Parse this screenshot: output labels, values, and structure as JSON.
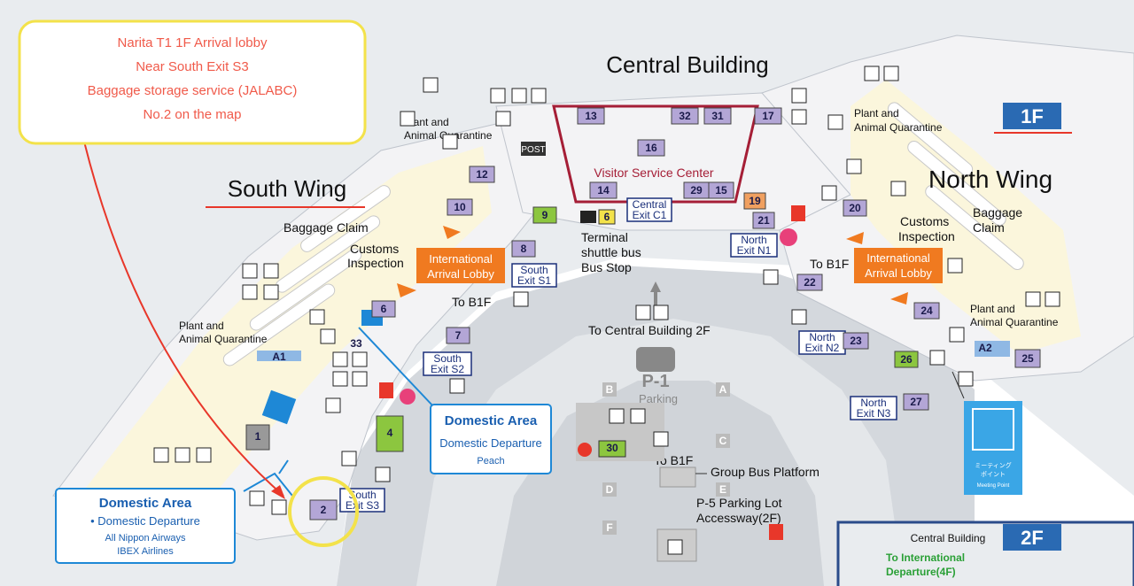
{
  "callout": {
    "line1": "Narita T1 1F Arrival lobby",
    "line2": "Near South Exit S3",
    "line3": "Baggage storage service (JALABC)",
    "line4": "No.2 on the map"
  },
  "areas": {
    "central_building": "Central Building",
    "south_wing": "South Wing",
    "north_wing": "North Wing",
    "floor_badge": "1F",
    "visitor_center": "Visitor Service Center"
  },
  "labels": {
    "baggage_claim_south": "Baggage Claim",
    "customs_south_1": "Customs",
    "customs_south_2": "Inspection",
    "plant_quarantine_sw_top_1": "Plant and",
    "plant_quarantine_sw_top_2": "Animal Quarantine",
    "plant_quarantine_sw_left_1": "Plant and",
    "plant_quarantine_sw_left_2": "Animal Quarantine",
    "plant_quarantine_nw_top_1": "Plant and",
    "plant_quarantine_nw_top_2": "Animal Quarantine",
    "plant_quarantine_nw_right_1": "Plant and",
    "plant_quarantine_nw_right_2": "Animal Quarantine",
    "customs_north_1": "Customs",
    "customs_north_2": "Inspection",
    "baggage_claim_north_1": "Baggage",
    "baggage_claim_north_2": "Claim",
    "intl_lobby_south_1": "International",
    "intl_lobby_south_2": "Arrival Lobby",
    "intl_lobby_north_1": "International",
    "intl_lobby_north_2": "Arrival Lobby",
    "shuttle_1": "Terminal",
    "shuttle_2": "shuttle bus",
    "shuttle_3": "Bus Stop",
    "to_central_2f": "To Central Building 2F",
    "to_b1f_south": "To B1F",
    "to_b1f_north": "To B1F",
    "to_b1f_center": "To B1F",
    "parking_code": "P-1",
    "parking": "Parking",
    "group_bus": "Group Bus Platform",
    "p5_1": "P-5 Parking Lot",
    "p5_2": "Accessway(2F)",
    "post": "POST"
  },
  "exits": {
    "central_c1_1": "Central",
    "central_c1_2": "Exit C1",
    "south_s1_1": "South",
    "south_s1_2": "Exit S1",
    "south_s2_1": "South",
    "south_s2_2": "Exit S2",
    "south_s3_1": "South",
    "south_s3_2": "Exit S3",
    "north_n1_1": "North",
    "north_n1_2": "Exit N1",
    "north_n2_1": "North",
    "north_n2_2": "Exit N2",
    "north_n3_1": "North",
    "north_n3_2": "Exit N3"
  },
  "domestic_south": {
    "title": "Domestic Area",
    "sub": "• Domestic Departure",
    "airline1": "All Nippon Airways",
    "airline2": "IBEX Airlines"
  },
  "domestic_center": {
    "title": "Domestic Area",
    "sub": "Domestic Departure",
    "airline": "Peach"
  },
  "meeting_point": {
    "jp1": "ミーティング",
    "jp2": "ポイント",
    "en": "Meeting Point"
  },
  "inset": {
    "title": "Central Building",
    "badge": "2F",
    "line1": "To International",
    "line2": "Departure(4F)"
  },
  "gates": {
    "a": "A",
    "b": "B",
    "c": "C",
    "d": "D",
    "e": "E",
    "f": "F"
  },
  "numbers": {
    "n1": "1",
    "n2": "2",
    "n4": "4",
    "n6": "6",
    "n7": "7",
    "n8": "8",
    "n9": "9",
    "n10": "10",
    "n12": "12",
    "n13": "13",
    "n14": "14",
    "n15": "15",
    "n16": "16",
    "n17": "17",
    "n19": "19",
    "n20": "20",
    "n21": "21",
    "n22": "22",
    "n23": "23",
    "n24": "24",
    "n25": "25",
    "n26": "26",
    "n27": "27",
    "n29": "29",
    "n30": "30",
    "n31": "31",
    "n32": "32",
    "n33": "33",
    "a1": "A1",
    "a2": "A2",
    "bus6": "6"
  },
  "colors": {
    "callout_text": "#f05a4a",
    "callout_border": "#f3e24a",
    "navy": "#1a2f7a",
    "orange": "#f07a20",
    "purple": "#b3a6d6",
    "green": "#8cc63f",
    "highlight_red": "#a51e36",
    "domestic_blue": "#1e88d6"
  }
}
